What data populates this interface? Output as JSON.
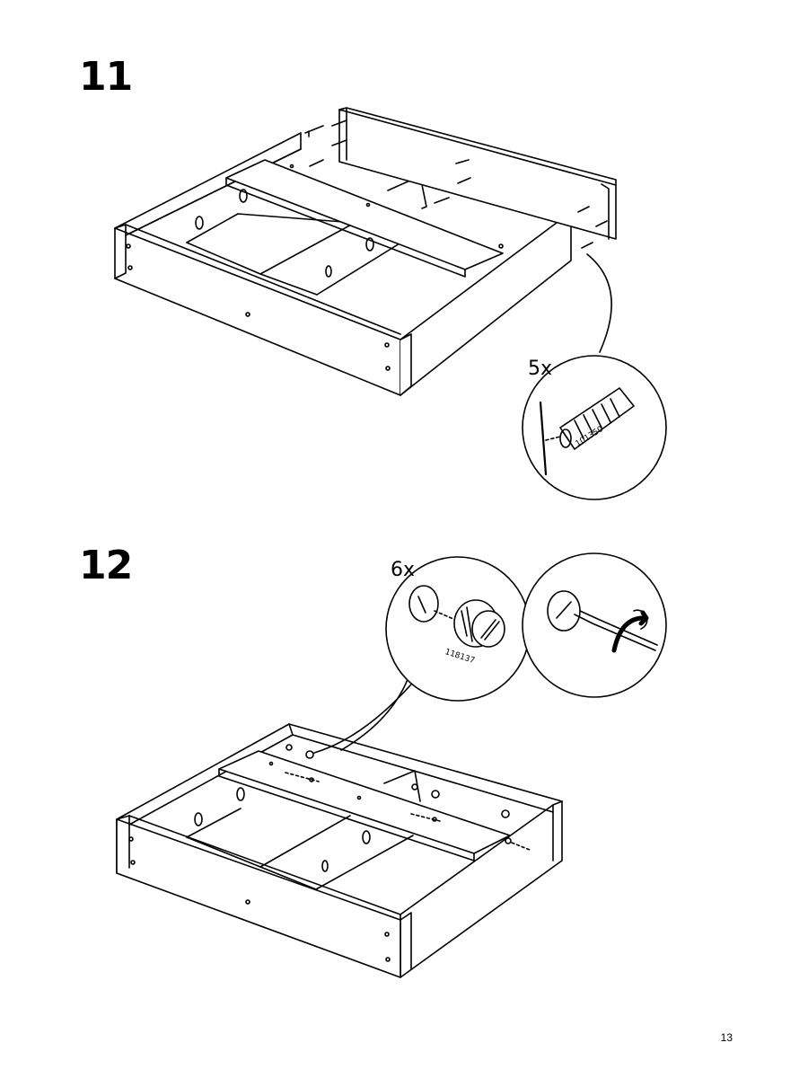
{
  "steps": [
    {
      "number": "11",
      "quantity": "5x",
      "part_number": "101350"
    },
    {
      "number": "12",
      "quantity": "6x",
      "part_number": "118137"
    }
  ],
  "page_number": "13"
}
